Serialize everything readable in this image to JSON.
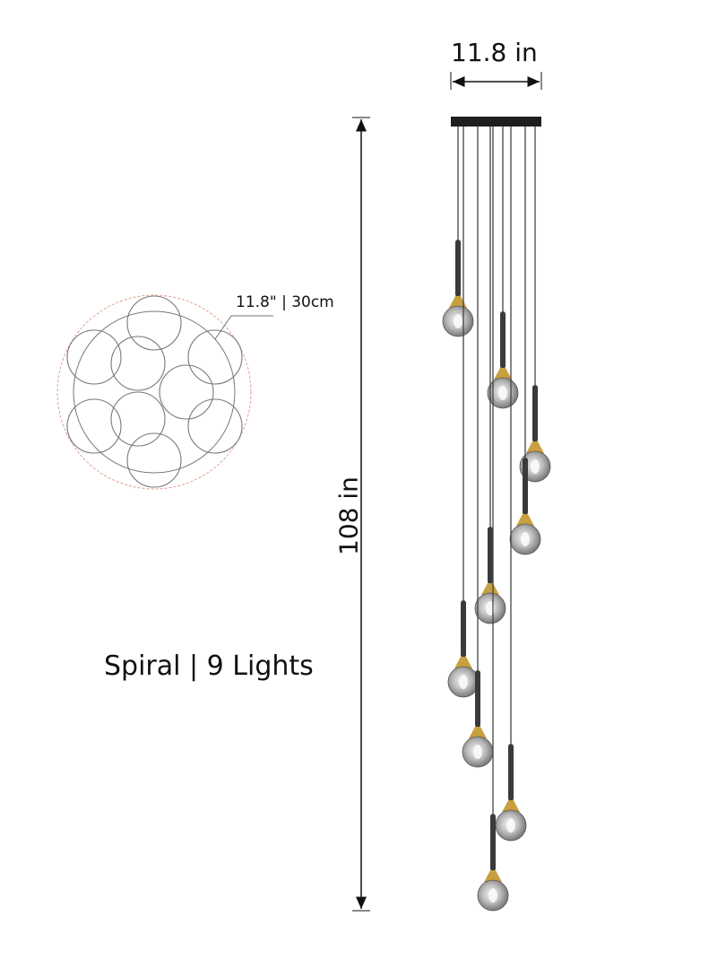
{
  "dimensions": {
    "width": "11.8 in",
    "height": "108 in",
    "canopy_diameter": "11.8\" | 30cm"
  },
  "product": {
    "title": "Spiral | 9 Lights",
    "light_count": 9
  },
  "colors": {
    "brass": "#c9a040",
    "rod": "#3a3a3a",
    "guide_circle": "#e0a090",
    "outline": "#777777"
  }
}
